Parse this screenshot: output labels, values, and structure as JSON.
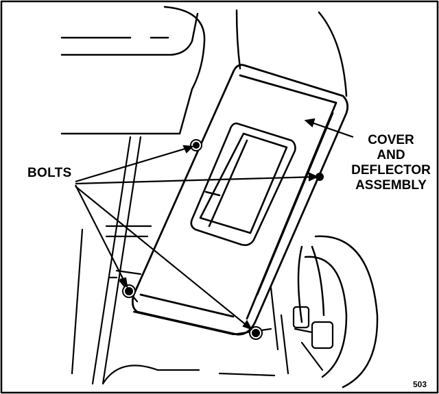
{
  "figure": {
    "bolts_label": "BOLTS",
    "cover_label_lines": [
      "COVER",
      "AND",
      "DEFLECTOR",
      "ASSEMBLY"
    ],
    "figure_number": "503"
  },
  "colors": {
    "ink": "#000000",
    "paper": "#ffffff"
  }
}
